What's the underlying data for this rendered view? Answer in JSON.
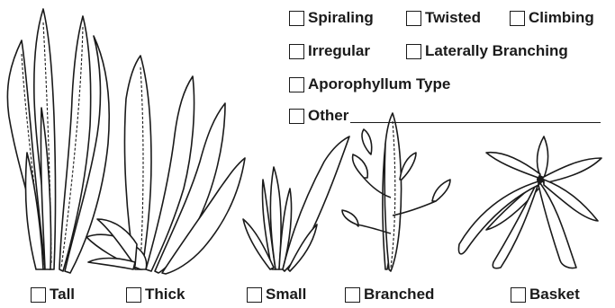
{
  "form_options": {
    "spiraling": "Spiraling",
    "twisted": "Twisted",
    "climbing": "Climbing",
    "irregular": "Irregular",
    "laterally_branching": "Laterally Branching",
    "aporophyllum": "Aporophyllum Type",
    "other": "Other"
  },
  "shape_options": {
    "tall": "Tall",
    "thick": "Thick",
    "small": "Small",
    "branched": "Branched",
    "basket": "Basket"
  },
  "colors": {
    "ink": "#1a1a1a",
    "paper": "#ffffff"
  }
}
